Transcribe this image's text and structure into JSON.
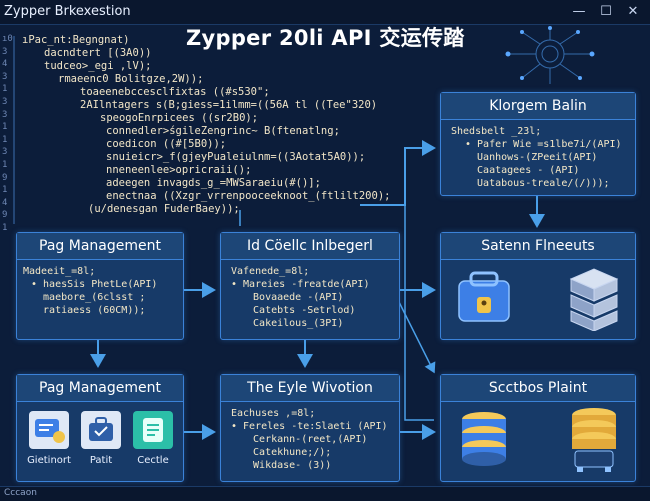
{
  "window": {
    "title": "Zypper Brkexestion",
    "minimize": "—",
    "maximize": "☐",
    "close": "✕"
  },
  "diagram_title": "Zypper 20li API 交运传踏",
  "code_lines": [
    "ıPac_nt:Begngnat)",
    "dacndtert [(3A0))",
    "tudceo>_egi ,lV);",
    "rmaeenc0 Bolitgze,2W));",
    "toaeenebccesclfixtas ((#s530\";",
    "2AIlntagers s(B;giess=1ilmm=((56A tl ((Tee\"320)",
    "speogoEnrpicees ((sr2B0);",
    "connedler>́sgileZengrinc~ B(ftenatlng;",
    "coedicon ((#[5B0));",
    "snuieicr>_f(gjeyPualeiulnm=((3Aotat5A0));",
    "nneneenlee>opricraii();",
    "adeegen invagds_g_=MWSaraeiu(#()];",
    "enectnaa ((Xzgr_vrrenpooceeknoot_(ftlilt200);",
    "(u/denesgan FuderBaey));"
  ],
  "gutter": [
    "ı0",
    "3",
    "4",
    "3",
    "1",
    "3",
    "3",
    "1",
    "1",
    "3",
    "1",
    "9",
    "1",
    "4",
    "9",
    "1"
  ],
  "boxes": {
    "top_right": {
      "header": "Klorgem Balin",
      "lines": [
        "Shedsbelt _23l;",
        "• Pafer Wie =s1lbe7i/(API)",
        "  Uanhows-(ZPeeit(API)",
        "  Caatagees - (API)",
        "  Uatabous-treale/(/)));"
      ]
    },
    "mid_left": {
      "header": "Pag Management",
      "lines": [
        "Madeeit_=8l;",
        "• haesSis PhetLe(API)",
        "  maebore_(6clsst ;",
        "  ratiaess (60CM));"
      ]
    },
    "mid_center": {
      "header": "Id Cöellc Inlbegerl",
      "lines": [
        "Vafenede_=8l;",
        "• Mareies -freatde(API)",
        "  Bovaaede -(API)",
        "  Catebts -Setrlod)",
        "  Cakeilous_(3PI)"
      ]
    },
    "mid_right": {
      "header": "Satenn Flneeuts"
    },
    "bot_left": {
      "header": "Pag Management",
      "icons": [
        "Gietinort",
        "Patit",
        "Cectle"
      ]
    },
    "bot_center": {
      "header": "The Eyle Wivotion",
      "lines": [
        "Eachuses ,=8l;",
        "• Fereles -te:Slaeti (API)",
        "  Cerkann-(reet,(API)",
        "  Catekhune;/);",
        "  Wikdase- (3))"
      ]
    },
    "bot_right": {
      "header": "Scctbos Plaint"
    }
  },
  "statusbar": "Cccaon",
  "colors": {
    "background": "#0c1d3a",
    "box_fill": "#173a68",
    "box_border": "#3b82d8",
    "arrow": "#4a9fe8",
    "code_text": "#f2e6c8"
  }
}
